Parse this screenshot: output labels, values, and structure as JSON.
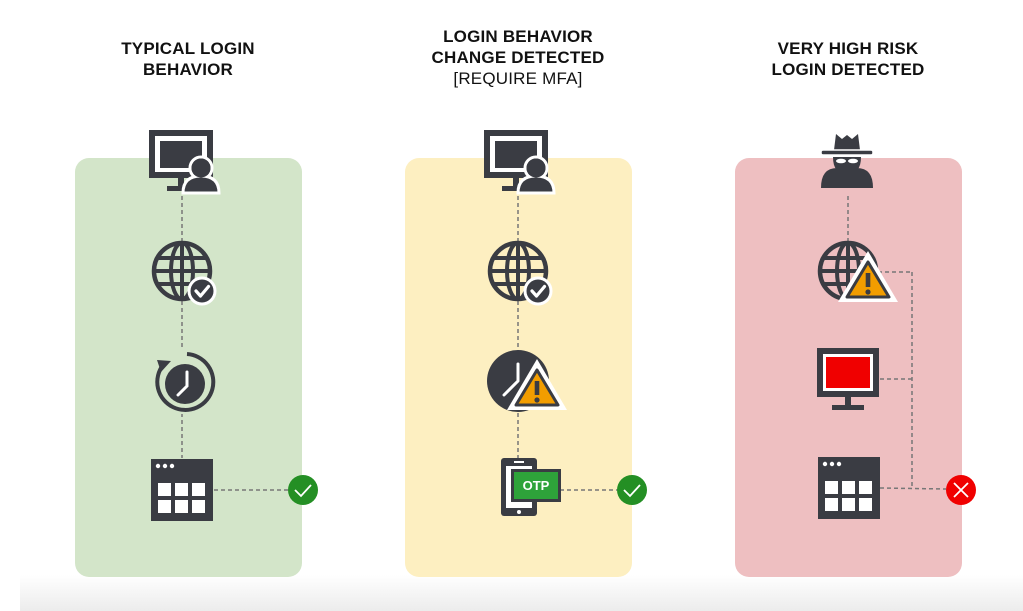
{
  "columns": [
    {
      "title_line1": "TYPICAL LOGIN",
      "title_line2": "BEHAVIOR",
      "subtitle": "",
      "panel_color": "#d3e5c9",
      "steps": [
        "user-workstation-icon",
        "globe-verified-icon",
        "recurring-time-icon",
        "app-grid-icon"
      ],
      "outcome": "approved",
      "outcome_color": "#248f24"
    },
    {
      "title_line1": "LOGIN BEHAVIOR",
      "title_line2": "CHANGE DETECTED",
      "subtitle": "[REQUIRE MFA]",
      "panel_color": "#fdefc1",
      "steps": [
        "user-workstation-icon",
        "globe-verified-icon",
        "unusual-time-warning-icon",
        "otp-phone-icon"
      ],
      "otp_label": "OTP",
      "outcome": "approved",
      "outcome_color": "#248f24"
    },
    {
      "title_line1": "VERY HIGH RISK",
      "title_line2": "LOGIN DETECTED",
      "subtitle": "",
      "panel_color": "#eebfc1",
      "steps": [
        "hacker-icon",
        "globe-warning-icon",
        "compromised-device-icon",
        "app-grid-icon"
      ],
      "outcome": "blocked",
      "outcome_color": "#f00000"
    }
  ],
  "colors": {
    "icon_dark": "#3a3c43",
    "warning": "#f29d00",
    "otp_green": "#2ea33a",
    "alert_red": "#f00000"
  }
}
